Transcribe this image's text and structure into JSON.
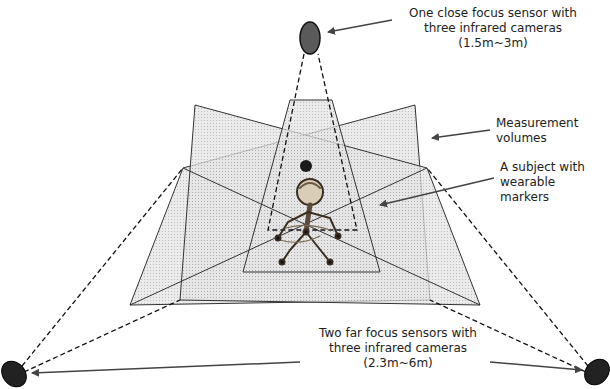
{
  "diagram": {
    "labels": [
      "One close focus sensor with three infrared cameras (1.5m~3m)",
      "Measurement volumes",
      "A subject with wearable markers",
      "Two far focus sensors with three infrared cameras (2.3m~6m)"
    ]
  }
}
